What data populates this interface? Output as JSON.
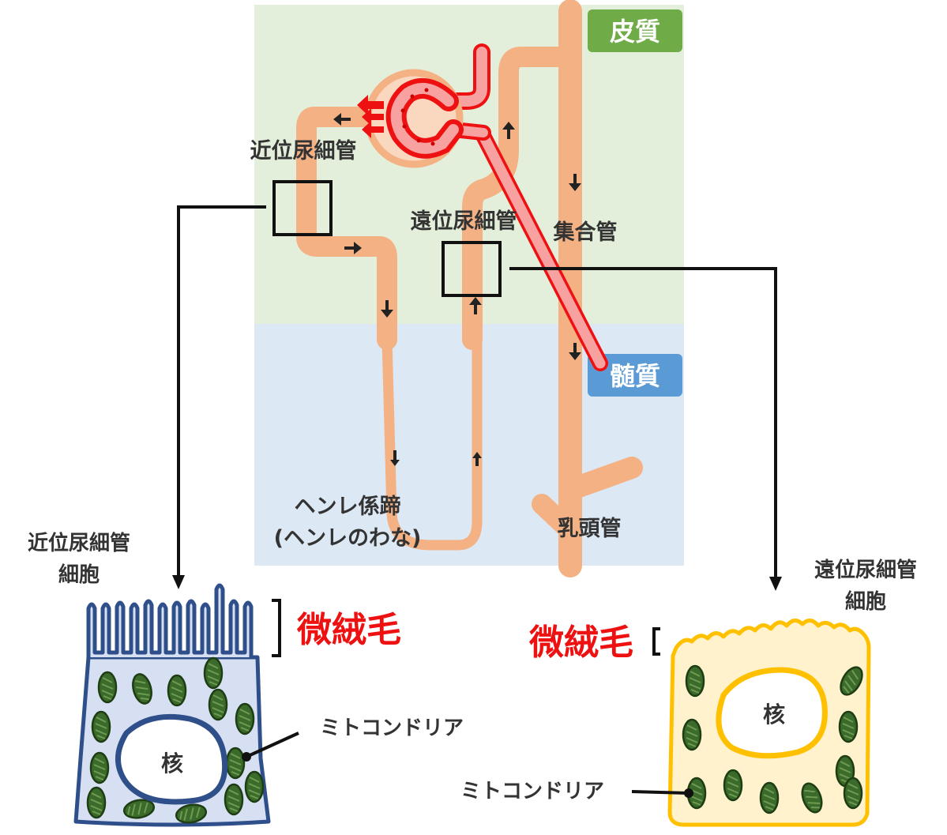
{
  "zones": {
    "cortex": "皮質",
    "medulla": "髄質"
  },
  "labels": {
    "proximal_tubule": "近位尿細管",
    "distal_tubule": "遠位尿細管",
    "collecting_duct": "集合管",
    "loop_of_henle_1": "ヘンレ係蹄",
    "loop_of_henle_2": "(ヘンレのわな)",
    "papillary_duct": "乳頭管"
  },
  "proximal_cell": {
    "title_1": "近位尿細管",
    "title_2": "細胞",
    "microvilli": "微絨毛",
    "nucleus": "核",
    "mitochondria": "ミトコンドリア"
  },
  "distal_cell": {
    "title_1": "遠位尿細管",
    "title_2": "細胞",
    "microvilli": "微絨毛",
    "nucleus": "核",
    "mitochondria": "ミトコンドリア"
  },
  "colors": {
    "cortex_bg": "#e3efdb",
    "medulla_bg": "#dce8f4",
    "cortex_badge": "#6fab47",
    "medulla_badge": "#5b9bd5",
    "tubule": "#f4b183",
    "vessel": "#ee1111",
    "proximal_cell_fill": "#d6e0f2",
    "proximal_cell_stroke": "#2f4f8a",
    "distal_cell_fill": "#fff2cc",
    "distal_cell_stroke": "#ffc000",
    "mitochondria": "#3b6b2a"
  }
}
